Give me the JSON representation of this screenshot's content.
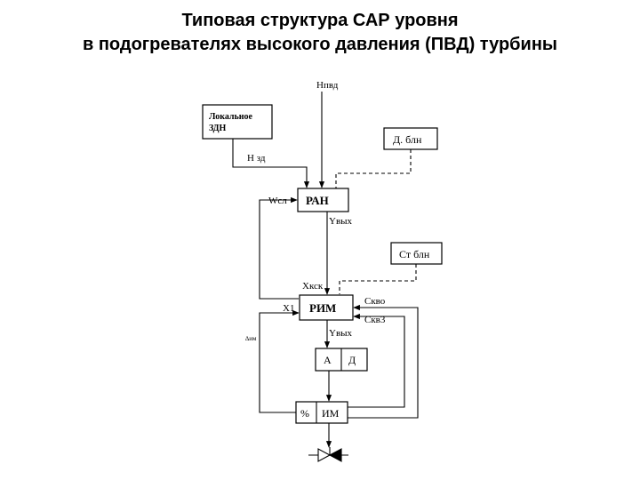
{
  "title": {
    "line1": "Типовая структура САР уровня",
    "line2": "в подогревателях высокого давления (ПВД)  турбины"
  },
  "diagram": {
    "inputs": {
      "h_pvd": "Нпвд",
      "local_zdn_line1": "Локальное",
      "local_zdn_line2": "ЗДН",
      "h_zd": "Н зд",
      "d_bln": "Д. блн",
      "st_bln": "Ст блн"
    },
    "blocks": {
      "ran": "РАН",
      "rim": "РИМ",
      "ad_a": "А",
      "ad_d": "Д",
      "im_pct": "%",
      "im": "ИМ"
    },
    "signals": {
      "wsl": "Wсл",
      "yvyh_ran": "Yвых",
      "xksk": "Хкск",
      "x1": "X1",
      "skvo": "Скво",
      "skvz": "Скв3",
      "yvyh_rim": "Yвых",
      "dim": "∆им"
    }
  }
}
